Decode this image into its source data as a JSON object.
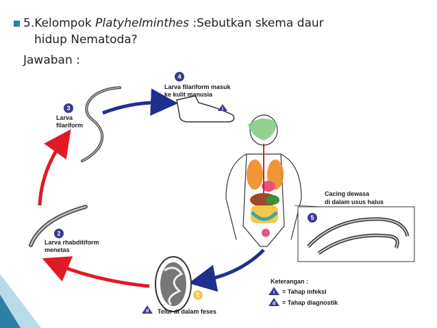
{
  "question": {
    "line1_prefix": "5.Kelompok ",
    "line1_italic": "Platyhelminthes",
    "line1_suffix": " :Sebutkan skema daur",
    "line2": "hidup Nematoda?"
  },
  "answer_label": "Jawaban :",
  "stages": [
    {
      "number": "1",
      "label_lines": [
        "Telur di dalam feses"
      ],
      "marker": "d"
    },
    {
      "number": "2",
      "label_lines": [
        "Larva rhabditiform",
        "menetas"
      ]
    },
    {
      "number": "3",
      "label_lines": [
        "Larva",
        "filariform"
      ]
    },
    {
      "number": "4",
      "label_lines": [
        "Larva filariform masuk",
        "ke kulit manusia"
      ],
      "marker": "i"
    },
    {
      "number": "5",
      "label_lines": [
        "Cacing dewasa",
        "di dalam usus halus"
      ]
    }
  ],
  "legend": {
    "title": "Keterangan :",
    "items": [
      {
        "symbol": "i",
        "text": "= Tahap infeksi"
      },
      {
        "symbol": "d",
        "text": "= Tahap diagnostik"
      }
    ]
  },
  "colors": {
    "accent": "#2e7fa6",
    "arrow_blue": "#1f2f8c",
    "arrow_red": "#e01b24",
    "number_circle": "#3b3a8e",
    "egg_number_circle": "#f2c94c"
  }
}
